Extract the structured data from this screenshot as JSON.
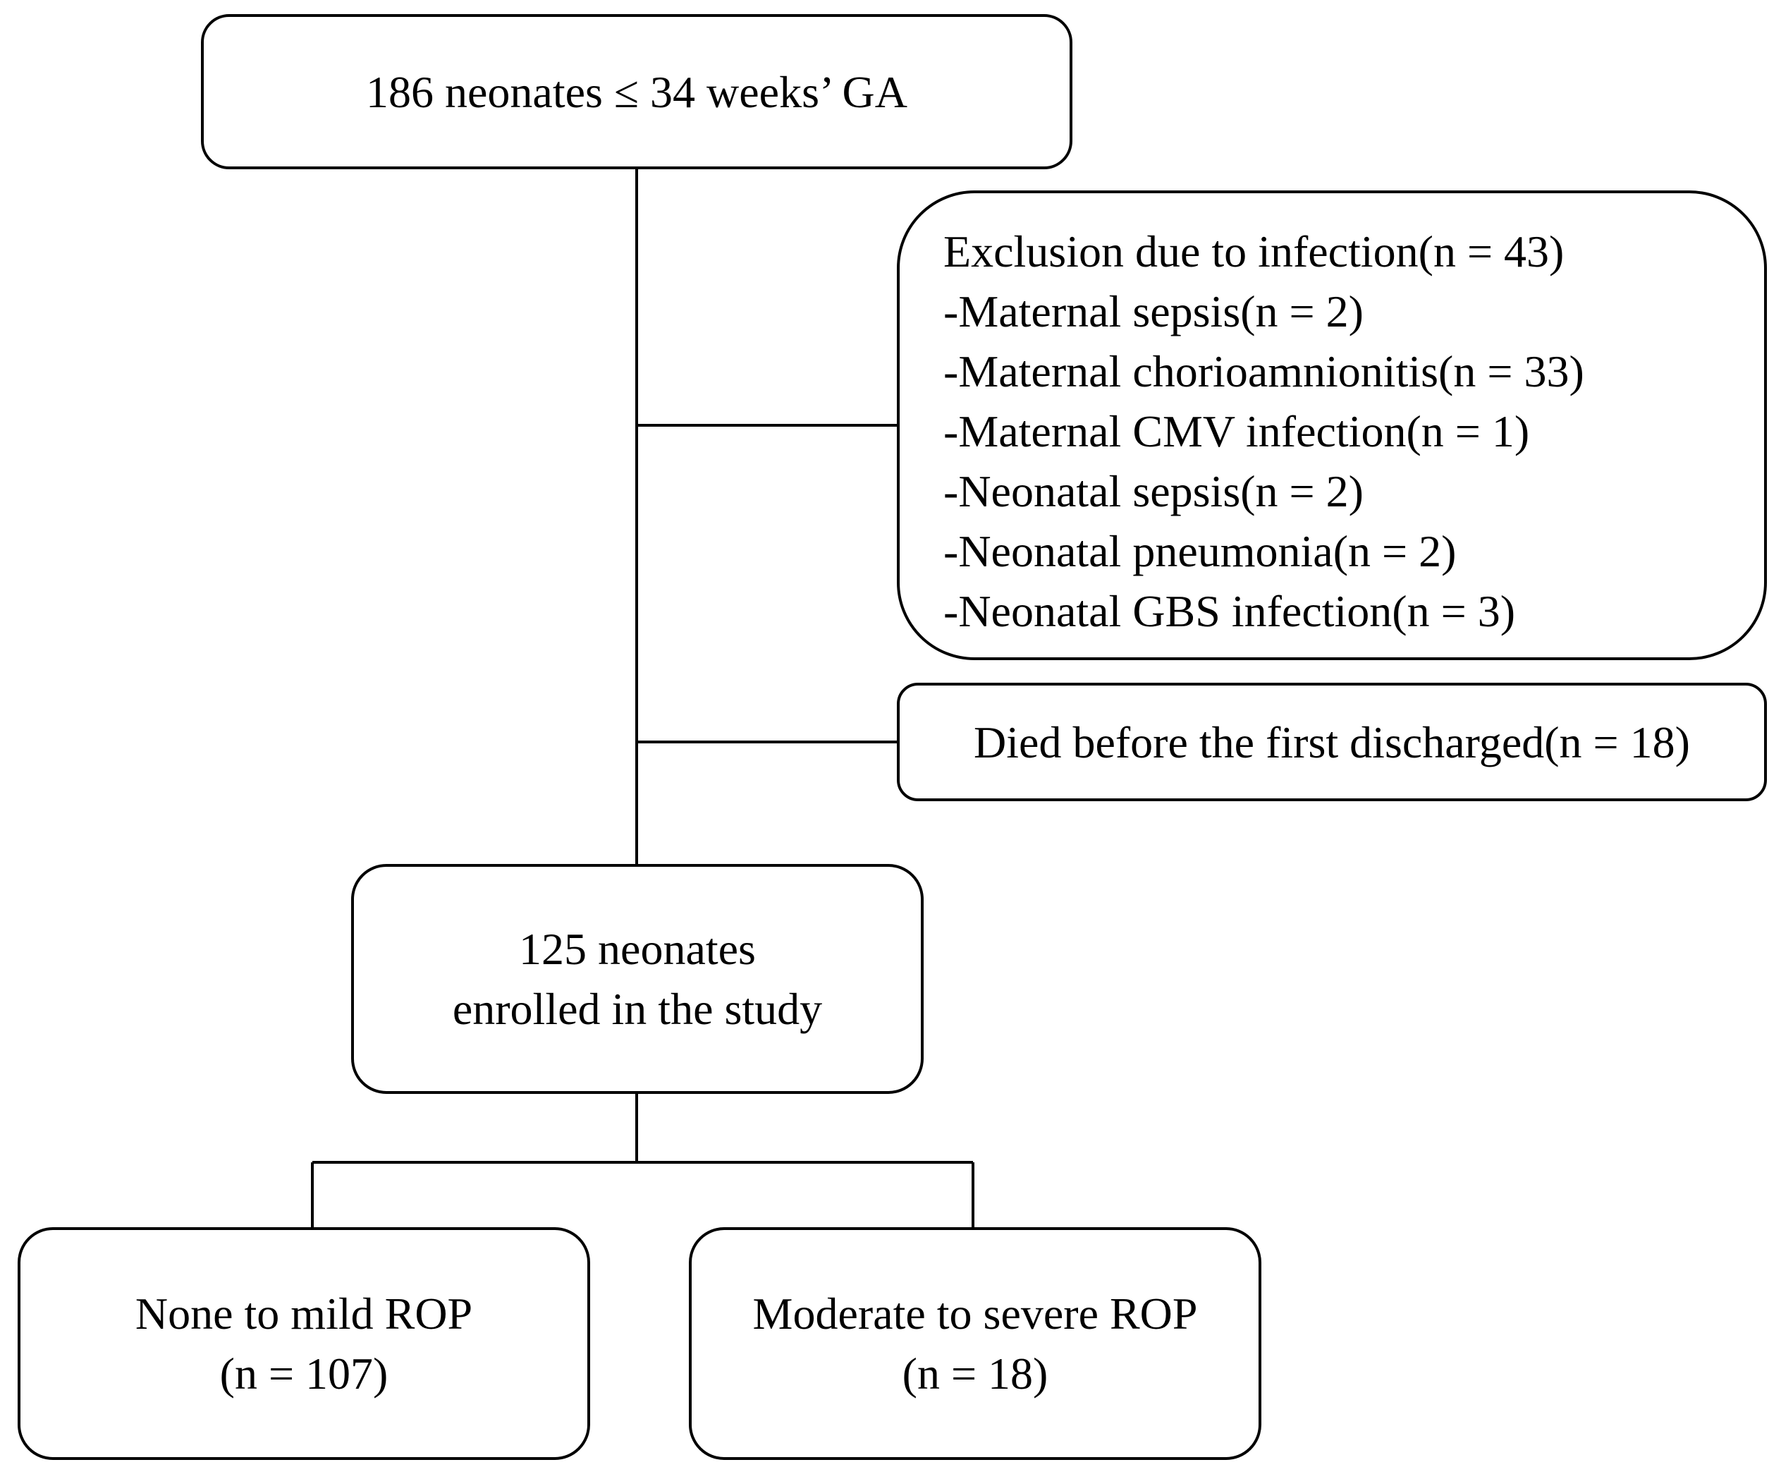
{
  "start": {
    "label": "186 neonates ≤ 34 weeks’ GA"
  },
  "exclusion": {
    "heading": "Exclusion due to infection(n = 43)",
    "items": [
      "-Maternal sepsis(n = 2)",
      "-Maternal chorioamnionitis(n = 33)",
      "-Maternal CMV infection(n = 1)",
      "-Neonatal sepsis(n = 2)",
      "-Neonatal pneumonia(n = 2)",
      "-Neonatal GBS infection(n = 3)"
    ]
  },
  "died": {
    "label": "Died before the first discharged(n = 18)"
  },
  "enrolled": {
    "line1": "125 neonates",
    "line2": "enrolled in the study"
  },
  "mild": {
    "line1": "None to mild ROP",
    "line2": "(n = 107)"
  },
  "severe": {
    "line1": "Moderate to severe ROP",
    "line2": "(n = 18)"
  },
  "colors": {
    "stroke": "#000000",
    "background": "#ffffff"
  }
}
